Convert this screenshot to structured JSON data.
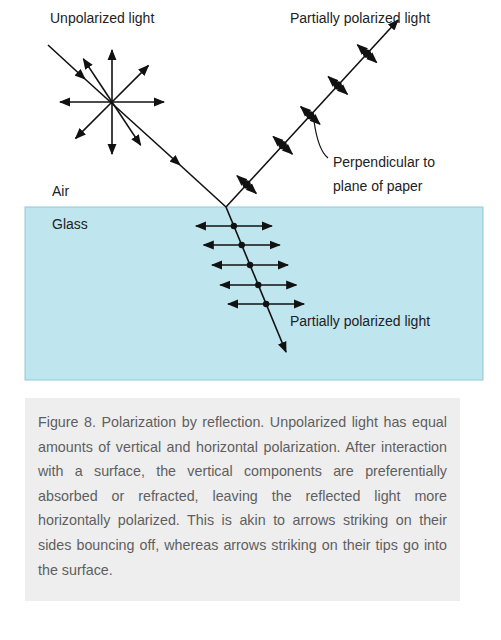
{
  "diagram": {
    "caption": "Figure 8. Polarization by reflection. Unpolarized light has equal amounts of vertical and horizontal polarization. After interaction with a surface, the vertical components are preferentially absorbed or refracted, leaving the reflected light more horizontally polarized. This is akin to arrows striking on their sides bouncing off, whereas arrows striking on their tips go into the surface.",
    "nodes": [
      {
        "text": [
          "Glass",
          "Partially polarized light"
        ]
      }
    ],
    "labels": [
      "Unpolarized light",
      "Partially polarized light",
      "Perpendicular to plane of paper",
      "Air"
    ]
  }
}
